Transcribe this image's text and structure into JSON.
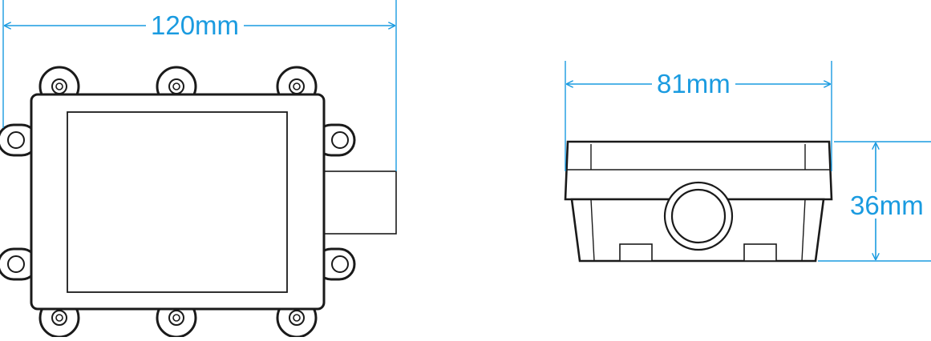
{
  "colors": {
    "dimension": "#1a9be0",
    "outline": "#1a1a1a",
    "background": "#ffffff"
  },
  "dimensions": {
    "top_view_width": "120mm",
    "side_view_width": "81mm",
    "side_view_height": "36mm"
  }
}
